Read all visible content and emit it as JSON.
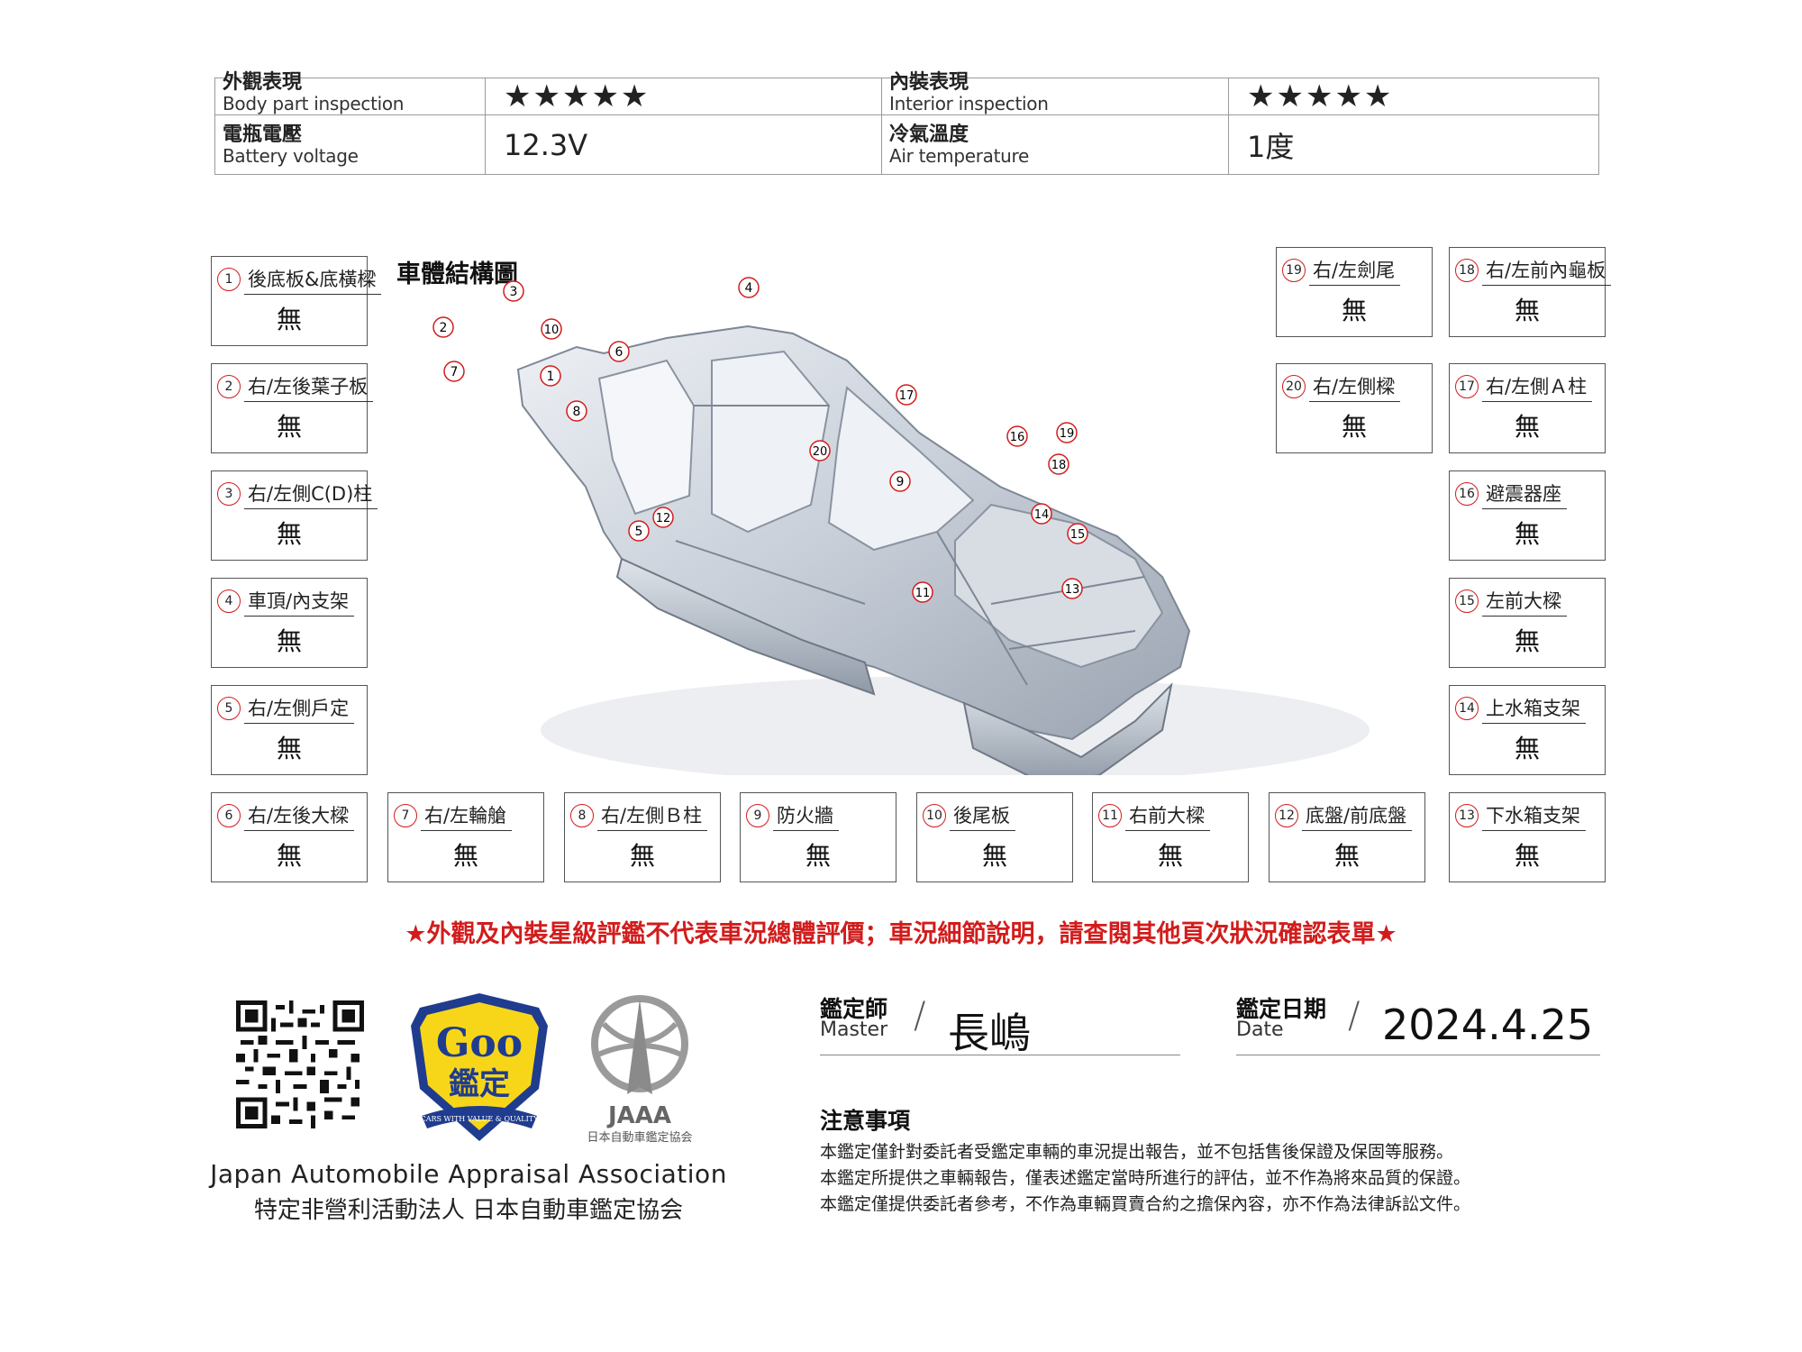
{
  "inspection_table": {
    "rows": [
      [
        {
          "zh": "外觀表現",
          "en": "Body part  inspection",
          "value": "★★★★★"
        },
        {
          "zh": "內裝表現",
          "en": "Interior inspection",
          "value": "★★★★★"
        }
      ],
      [
        {
          "zh": "電瓶電壓",
          "en": "Battery voltage",
          "value": "12.3V"
        },
        {
          "zh": "冷氣溫度",
          "en": "Air temperature",
          "value": "1度"
        }
      ]
    ]
  },
  "diagram": {
    "title": "車體結構圖",
    "markers": [
      "1",
      "2",
      "3",
      "4",
      "5",
      "6",
      "7",
      "8",
      "9",
      "10",
      "11",
      "12",
      "13",
      "14",
      "15",
      "16",
      "17",
      "18",
      "19",
      "20"
    ]
  },
  "parts": {
    "left": [
      {
        "num": "1",
        "name": "後底板&底橫樑",
        "result": "無"
      },
      {
        "num": "2",
        "name": "右/左後葉子板",
        "result": "無"
      },
      {
        "num": "3",
        "name": "右/左側C(D)柱",
        "result": "無"
      },
      {
        "num": "4",
        "name": "車頂/內支架",
        "result": "無"
      },
      {
        "num": "5",
        "name": "右/左側戶定",
        "result": "無"
      },
      {
        "num": "6",
        "name": "右/左後大樑",
        "result": "無"
      }
    ],
    "bottom": [
      {
        "num": "7",
        "name": "右/左輪艙",
        "result": "無"
      },
      {
        "num": "8",
        "name": "右/左側Ｂ柱",
        "result": "無"
      },
      {
        "num": "9",
        "name": "防火牆",
        "result": "無"
      },
      {
        "num": "10",
        "name": "後尾板",
        "result": "無"
      },
      {
        "num": "11",
        "name": "右前大樑",
        "result": "無"
      },
      {
        "num": "12",
        "name": "底盤/前底盤",
        "result": "無"
      }
    ],
    "right": [
      {
        "num": "13",
        "name": "下水箱支架",
        "result": "無"
      },
      {
        "num": "14",
        "name": "上水箱支架",
        "result": "無"
      },
      {
        "num": "15",
        "name": "左前大樑",
        "result": "無"
      },
      {
        "num": "16",
        "name": "避震器座",
        "result": "無"
      },
      {
        "num": "17",
        "name": "右/左側Ａ柱",
        "result": "無"
      },
      {
        "num": "18",
        "name": "右/左前內龜板",
        "result": "無"
      }
    ],
    "right2": [
      {
        "num": "19",
        "name": "右/左劍尾",
        "result": "無"
      },
      {
        "num": "20",
        "name": "右/左側樑",
        "result": "無"
      }
    ]
  },
  "notice": "★外觀及內裝星級評鑑不代表車況總體評價；車況細節說明，請查閱其他頁次狀況確認表單★",
  "logos": {
    "goo_text": "Goo",
    "goo_sub": "鑑定",
    "goo_ribbon": "CARS WITH VALUE & QUALITY",
    "jaaa_text": "JAAA",
    "jaaa_sub": "日本自動車鑑定協会"
  },
  "association": {
    "en": "Japan Automobile Appraisal Association",
    "zh": "特定非營利活動法人 日本自動車鑑定協会"
  },
  "master": {
    "zh": "鑑定師",
    "en": "Master",
    "value": "長嶋"
  },
  "date": {
    "zh": "鑑定日期",
    "en": "Date",
    "value": "2024.4.25"
  },
  "notes": {
    "title": "注意事項",
    "lines": [
      "本鑑定僅針對委託者受鑑定車輛的車況提出報告，並不包括售後保證及保固等服務。",
      "本鑑定所提供之車輛報告，僅表述鑑定當時所進行的評估，並不作為將來品質的保證。",
      "本鑑定僅提供委託者參考，不作為車輛買賣合約之擔保內容，亦不作為法律訴訟文件。"
    ]
  },
  "colors": {
    "accent_red": "#d21c1c",
    "goo_blue": "#1f3c8f",
    "goo_yellow": "#f7d61a",
    "body_silver": "#c4ccd6"
  }
}
